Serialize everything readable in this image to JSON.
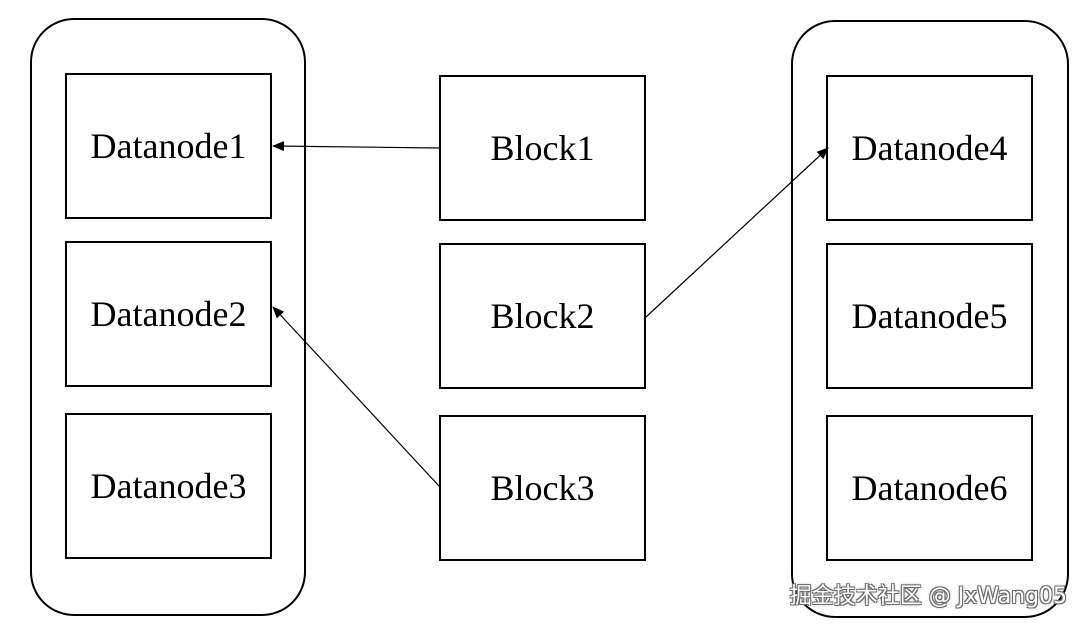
{
  "datanodes_left": [
    {
      "label": "Datanode1"
    },
    {
      "label": "Datanode2"
    },
    {
      "label": "Datanode3"
    }
  ],
  "blocks": [
    {
      "label": "Block1"
    },
    {
      "label": "Block2"
    },
    {
      "label": "Block3"
    }
  ],
  "datanodes_right": [
    {
      "label": "Datanode4"
    },
    {
      "label": "Datanode5"
    },
    {
      "label": "Datanode6"
    }
  ],
  "edges": [
    {
      "from": "Block1",
      "to": "Datanode1"
    },
    {
      "from": "Block2",
      "to": "Datanode4"
    },
    {
      "from": "Block3",
      "to": "Datanode2"
    }
  ],
  "watermark": {
    "text": "掘金技术社区 @ JxWang05"
  },
  "colors": {
    "stroke": "#000000",
    "background": "#ffffff"
  }
}
